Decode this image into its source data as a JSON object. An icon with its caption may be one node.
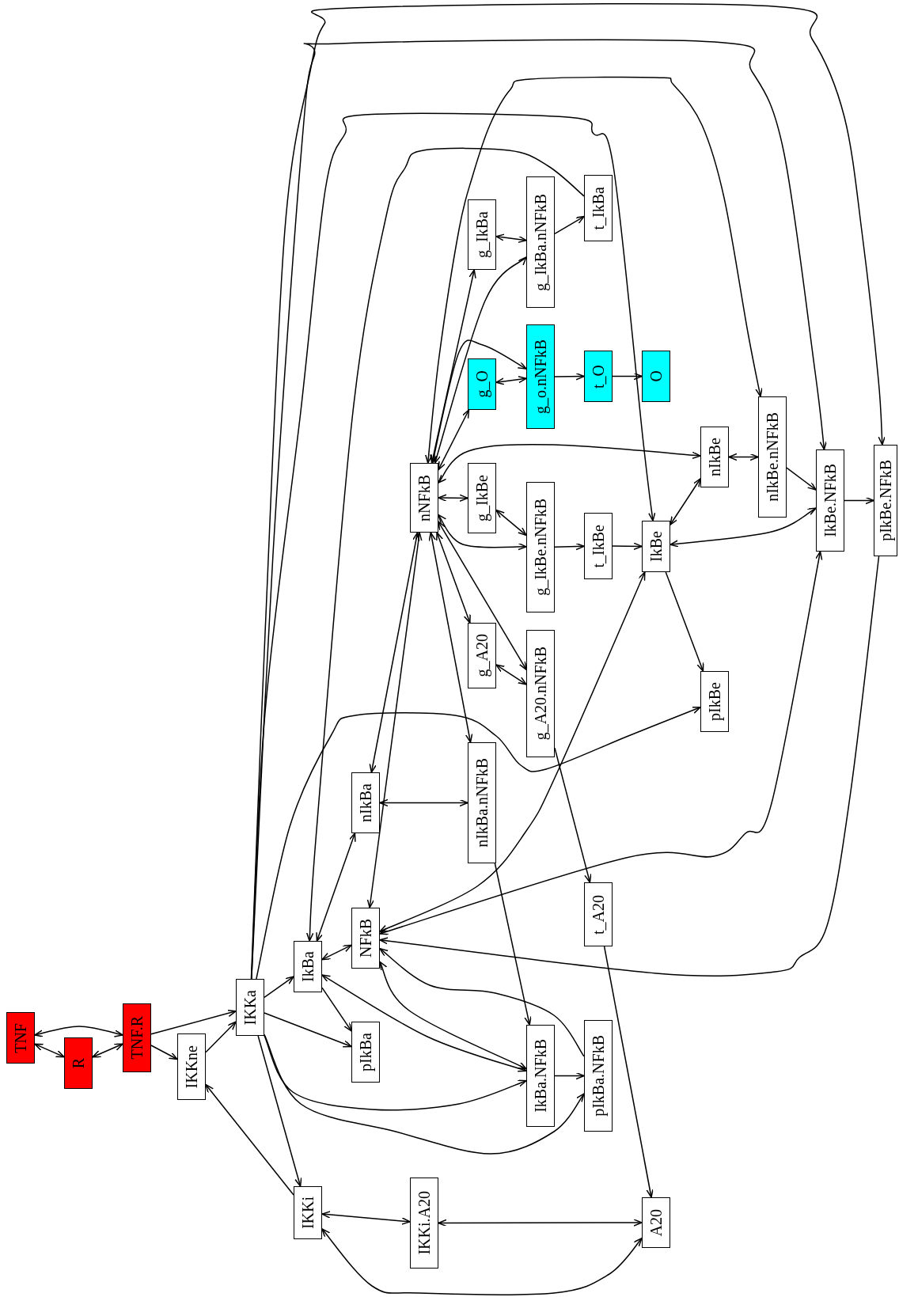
{
  "diagram": {
    "nodes": [
      {
        "text": [
          "TNF"
        ]
      },
      {
        "text": [
          "R"
        ]
      },
      {
        "text": [
          "TNF.R"
        ]
      },
      {
        "text": [
          "IKKne"
        ]
      },
      {
        "text": [
          "IKKa"
        ]
      },
      {
        "text": [
          "IkBa"
        ]
      },
      {
        "text": [
          "NFkB"
        ]
      },
      {
        "text": [
          "pIkBa"
        ]
      },
      {
        "text": [
          "IKKi"
        ]
      },
      {
        "text": [
          "IKKi.A20"
        ]
      },
      {
        "text": [
          "A20"
        ]
      },
      {
        "text": [
          "IkBa.NFkB"
        ]
      },
      {
        "text": [
          "pIkBa.NFkB"
        ]
      },
      {
        "text": [
          "t_A20"
        ]
      },
      {
        "text": [
          "nIkBa"
        ]
      },
      {
        "text": [
          "nIkBa.nNFkB"
        ]
      },
      {
        "text": [
          "nNFkB"
        ]
      },
      {
        "text": [
          "g_IkBe"
        ]
      },
      {
        "text": [
          "g_IkBe.nNFkB"
        ]
      },
      {
        "text": [
          "t_IkBe"
        ]
      },
      {
        "text": [
          "IkBe"
        ]
      },
      {
        "text": [
          "g_A20"
        ]
      },
      {
        "text": [
          "g_A20.nNFkB"
        ]
      },
      {
        "text": [
          "pIkBe"
        ]
      },
      {
        "text": [
          "nIkBe"
        ]
      },
      {
        "text": [
          "nIkBe.nNFkB"
        ]
      },
      {
        "text": [
          "IkBe.NFkB"
        ]
      },
      {
        "text": [
          "pIkBe.NFkB"
        ]
      },
      {
        "text": [
          "g_O"
        ]
      },
      {
        "text": [
          "g_o.nNFkB"
        ]
      },
      {
        "text": [
          "t_O"
        ]
      },
      {
        "text": [
          "O"
        ]
      },
      {
        "text": [
          "g_IkBa"
        ]
      },
      {
        "text": [
          "g_IkBa.nNFkB"
        ]
      },
      {
        "text": [
          "t_IkBa"
        ]
      }
    ],
    "edges": [
      {
        "from": 0,
        "to": 2,
        "arrow": "both"
      },
      {
        "from": 0,
        "to": 1,
        "arrow": "both"
      },
      {
        "from": 1,
        "to": 2,
        "arrow": "both"
      },
      {
        "from": 2,
        "to": 4,
        "arrow": "to"
      },
      {
        "from": 2,
        "to": 3,
        "arrow": "to"
      },
      {
        "from": 3,
        "to": 4,
        "arrow": "to"
      },
      {
        "from": 8,
        "to": 3,
        "arrow": "to"
      },
      {
        "from": 4,
        "to": 5,
        "arrow": "to"
      },
      {
        "from": 4,
        "to": 7,
        "arrow": "to"
      },
      {
        "from": 4,
        "to": 8,
        "arrow": "to"
      },
      {
        "from": 4,
        "to": 11,
        "arrow": "to"
      },
      {
        "from": 4,
        "to": 12,
        "arrow": "to"
      },
      {
        "from": 4,
        "to": 23,
        "arrow": "to"
      },
      {
        "from": 4,
        "to": 20,
        "arrow": "to"
      },
      {
        "from": 4,
        "to": 26,
        "arrow": "to"
      },
      {
        "from": 4,
        "to": 27,
        "arrow": "to"
      },
      {
        "from": 5,
        "to": 6,
        "arrow": "both"
      },
      {
        "from": 5,
        "to": 7,
        "arrow": "to"
      },
      {
        "from": 5,
        "to": 14,
        "arrow": "both"
      },
      {
        "from": 5,
        "to": 11,
        "arrow": "both"
      },
      {
        "from": 6,
        "to": 11,
        "arrow": "both"
      },
      {
        "from": 12,
        "to": 6,
        "arrow": "to"
      },
      {
        "from": 6,
        "to": 20,
        "arrow": "both"
      },
      {
        "from": 6,
        "to": 26,
        "arrow": "both"
      },
      {
        "from": 27,
        "to": 6,
        "arrow": "to"
      },
      {
        "from": 6,
        "to": 16,
        "arrow": "both"
      },
      {
        "from": 8,
        "to": 9,
        "arrow": "both"
      },
      {
        "from": 8,
        "to": 10,
        "arrow": "both"
      },
      {
        "from": 9,
        "to": 10,
        "arrow": "both"
      },
      {
        "from": 11,
        "to": 12,
        "arrow": "to"
      },
      {
        "from": 15,
        "to": 11,
        "arrow": "to"
      },
      {
        "from": 13,
        "to": 10,
        "arrow": "to"
      },
      {
        "from": 22,
        "to": 13,
        "arrow": "to"
      },
      {
        "from": 16,
        "to": 14,
        "arrow": "both"
      },
      {
        "from": 14,
        "to": 15,
        "arrow": "both"
      },
      {
        "from": 16,
        "to": 15,
        "arrow": "both"
      },
      {
        "from": 16,
        "to": 21,
        "arrow": "both"
      },
      {
        "from": 16,
        "to": 22,
        "arrow": "both"
      },
      {
        "from": 21,
        "to": 22,
        "arrow": "both"
      },
      {
        "from": 16,
        "to": 17,
        "arrow": "both"
      },
      {
        "from": 16,
        "to": 18,
        "arrow": "both"
      },
      {
        "from": 17,
        "to": 18,
        "arrow": "both"
      },
      {
        "from": 18,
        "to": 19,
        "arrow": "to"
      },
      {
        "from": 19,
        "to": 20,
        "arrow": "to"
      },
      {
        "from": 20,
        "to": 24,
        "arrow": "both"
      },
      {
        "from": 20,
        "to": 23,
        "arrow": "to"
      },
      {
        "from": 20,
        "to": 26,
        "arrow": "both"
      },
      {
        "from": 16,
        "to": 24,
        "arrow": "both"
      },
      {
        "from": 24,
        "to": 25,
        "arrow": "both"
      },
      {
        "from": 25,
        "to": 26,
        "arrow": "to"
      },
      {
        "from": 26,
        "to": 27,
        "arrow": "to"
      },
      {
        "from": 16,
        "to": 25,
        "arrow": "both"
      },
      {
        "from": 16,
        "to": 28,
        "arrow": "both"
      },
      {
        "from": 16,
        "to": 29,
        "arrow": "both"
      },
      {
        "from": 16,
        "to": 32,
        "arrow": "both"
      },
      {
        "from": 16,
        "to": 33,
        "arrow": "both"
      },
      {
        "from": 28,
        "to": 29,
        "arrow": "both"
      },
      {
        "from": 32,
        "to": 33,
        "arrow": "both"
      },
      {
        "from": 33,
        "to": 34,
        "arrow": "to"
      },
      {
        "from": 29,
        "to": 30,
        "arrow": "to"
      },
      {
        "from": 30,
        "to": 31,
        "arrow": "to"
      },
      {
        "from": 34,
        "to": 5,
        "arrow": "to"
      }
    ]
  }
}
